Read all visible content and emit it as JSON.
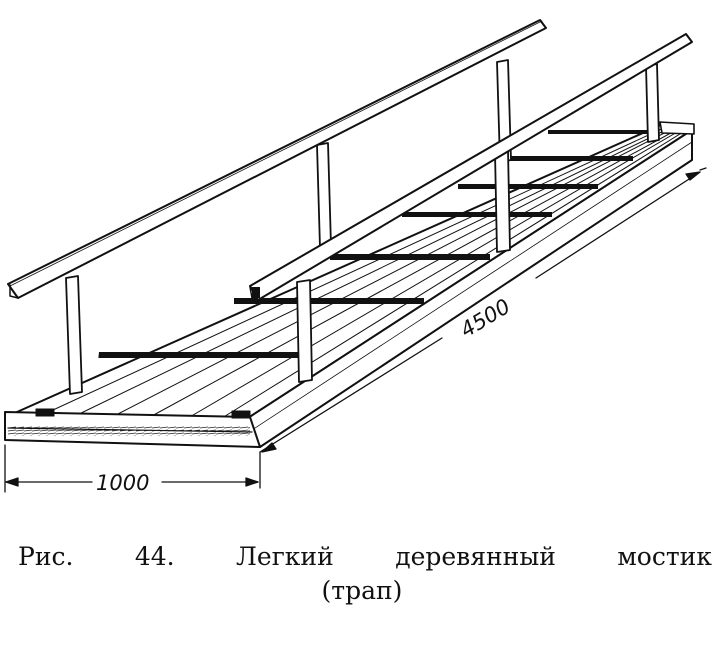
{
  "figure": {
    "dimensions": {
      "width_label": "1000",
      "length_label": "4500"
    },
    "caption": {
      "prefix": "Рис.",
      "number": "44.",
      "words": [
        "Легкий",
        "деревянный",
        "мостик"
      ],
      "line2": "(трап)"
    }
  }
}
